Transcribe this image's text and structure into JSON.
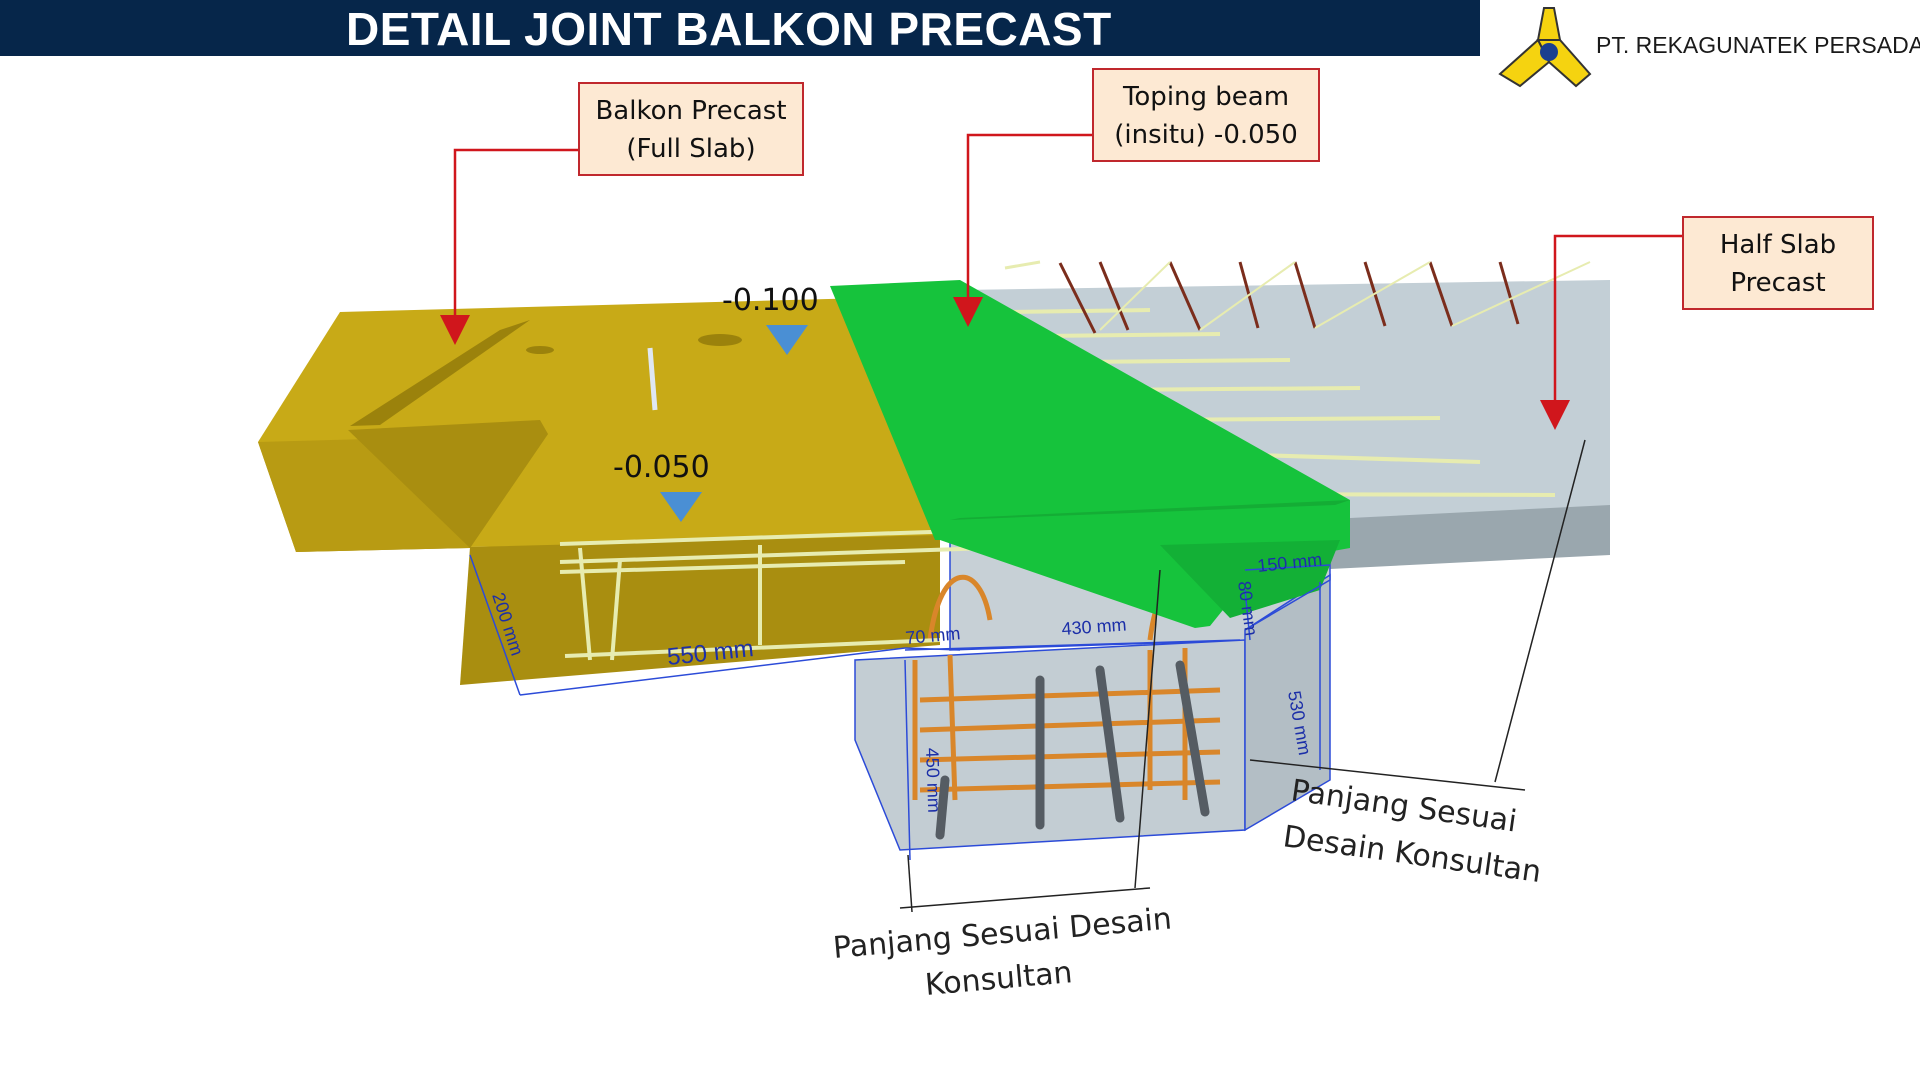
{
  "header": {
    "title": "DETAIL JOINT BALKON PRECAST",
    "bar_color": "#06264a"
  },
  "company": {
    "name": "PT. REKAGUNATEK PERSADA",
    "logo": "company-logo-icon"
  },
  "callouts": {
    "balkon": [
      "Balkon Precast",
      "(Full Slab)"
    ],
    "toping": [
      "Toping beam",
      "(insitu)  -0.050"
    ],
    "halfslab": [
      "Half Slab",
      "Precast"
    ]
  },
  "levels": {
    "top": "-0.100",
    "mid": "-0.050"
  },
  "dimensions": {
    "d200": "200 mm",
    "d550": "550 mm",
    "d70": "70 mm",
    "d430": "430 mm",
    "d150": "150 mm",
    "d80": "80 mm",
    "d530": "530 mm",
    "d450": "450 mm"
  },
  "notes": {
    "right": [
      "Panjang Sesuai",
      "Desain Konsultan"
    ],
    "bottom": [
      "Panjang Sesuai Desain",
      "Konsultan"
    ]
  },
  "colors": {
    "balkon": "#c8aa17",
    "toping": "#16c33c",
    "slab": "#c3cfd6",
    "rebar_orange": "#d9862a",
    "rebar_light": "#e7ecb0",
    "arrow": "#d0161c",
    "marker": "#4a8fd4"
  }
}
